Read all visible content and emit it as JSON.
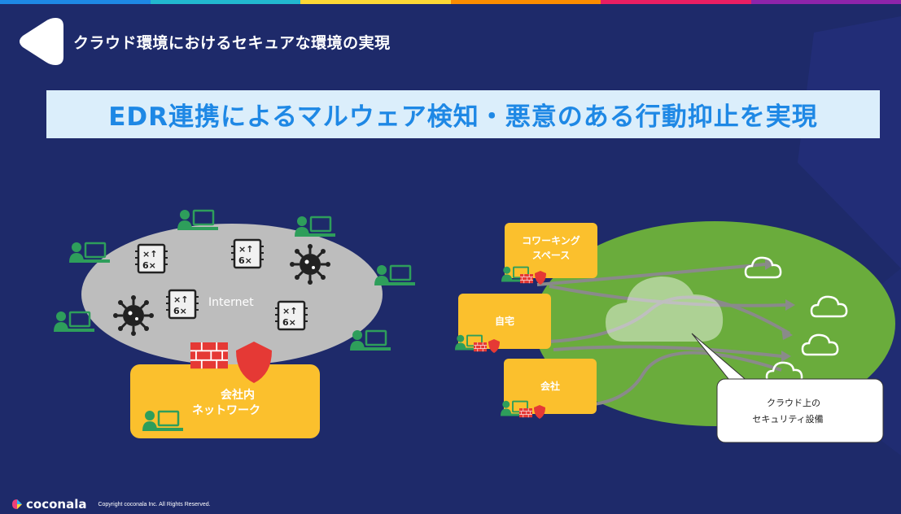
{
  "header": {
    "title": "クラウド環境におけるセキュアな環境の実現"
  },
  "subtitle": "EDR連携によるマルウェア検知・悪意のある行動抑止を実現",
  "left_diagram": {
    "internet_label": "Internet",
    "corporate_label_line1": "会社内",
    "corporate_label_line2": "ネットワーク"
  },
  "right_diagram": {
    "coworking_line1": "コワーキング",
    "coworking_line2": "スペース",
    "home": "自宅",
    "office": "会社",
    "callout_line1": "クラウド上の",
    "callout_line2": "セキュリティ設備"
  },
  "footer": {
    "logo": "coconala",
    "copyright": "Copyright coconala Inc. All Rights Reserved."
  },
  "colors": {
    "background": "#1e2a6a",
    "subtitle_bg": "#dbeefb",
    "subtitle_text": "#1e88e5",
    "yellow_box": "#fbc02d",
    "green_area": "#6aac3c",
    "firewall_red": "#e53935",
    "user_icon_green": "#2e9e5b"
  },
  "topbar_colors": [
    "#1e88e5",
    "#22b8cf",
    "#fdd835",
    "#fb8c00",
    "#e91e63",
    "#8e24aa"
  ]
}
